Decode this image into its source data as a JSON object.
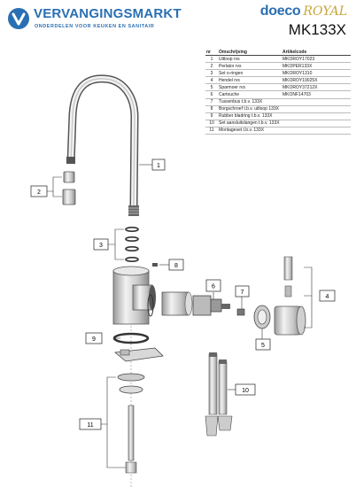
{
  "brand": {
    "name": "VERVANGINGSMARKT",
    "subtitle": "ONDERDELEN VOOR KEUKEN EN SANITAIR",
    "color": "#2a6fb3"
  },
  "maker": {
    "name_part1": "doeco",
    "name_part2": "ROYAL",
    "model": "MK133X",
    "gold_color": "#c9a63a"
  },
  "parts_table": {
    "headers": [
      "nr",
      "Omschrijving",
      "Artikelcode"
    ],
    "rows": [
      {
        "nr": "1",
        "description": "Uitloop rvs",
        "code": "MKOROY17023"
      },
      {
        "nr": "2",
        "description": "Perlator rvs",
        "code": "MKOPER133X"
      },
      {
        "nr": "3",
        "description": "Set o-ringen",
        "code": "MKOROY1310"
      },
      {
        "nr": "4",
        "description": "Hendel rvs",
        "code": "MKOROY19025X"
      },
      {
        "nr": "5",
        "description": "Sparmoer rvs",
        "code": "MKOROY37212X"
      },
      {
        "nr": "6",
        "description": "Cartouche",
        "code": "MKONF14703"
      },
      {
        "nr": "7",
        "description": "Tussenbus t.b.v. 133X",
        "code": ""
      },
      {
        "nr": "8",
        "description": "Borgschroef t.b.v. uitloop 133X",
        "code": ""
      },
      {
        "nr": "9",
        "description": "Rubber bladring t.b.v. 133X",
        "code": ""
      },
      {
        "nr": "10",
        "description": "Set aansluitslangen t.b.v. 133X",
        "code": ""
      },
      {
        "nr": "11",
        "description": "Montageset t.b.v. 133X",
        "code": ""
      }
    ]
  },
  "callouts": [
    "1",
    "2",
    "3",
    "4",
    "5",
    "6",
    "7",
    "8",
    "9",
    "10",
    "11"
  ]
}
